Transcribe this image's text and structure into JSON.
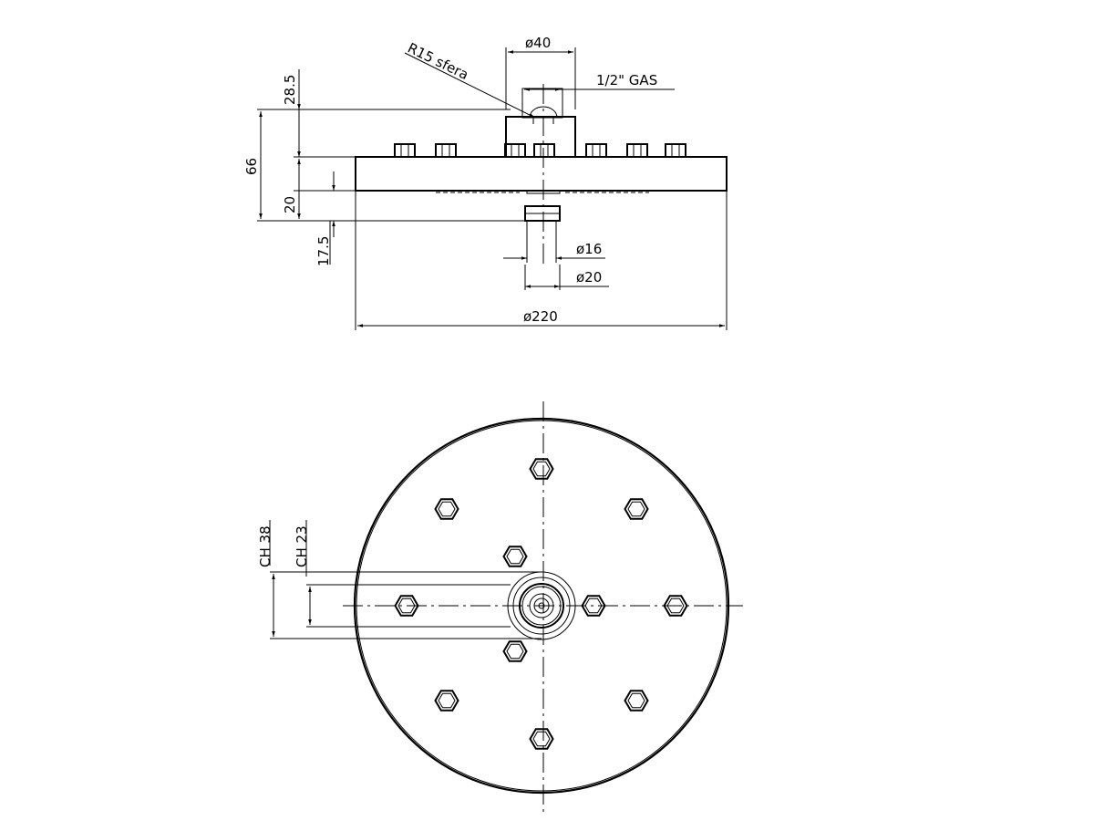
{
  "dimensions": {
    "sphere_radius": "R15 sfera",
    "inlet_diameter": "ø40",
    "thread": "1/2\" GAS",
    "top_height": "28.5",
    "total_height": "66",
    "body_thickness": "20",
    "nozzle_height": "17.5",
    "nozzle_inner_dia": "ø16",
    "nozzle_outer_dia": "ø20",
    "head_diameter": "ø220",
    "wrench_outer": "CH 38",
    "wrench_inner": "CH 23"
  },
  "colors": {
    "line": "#000000",
    "background": "#ffffff"
  }
}
